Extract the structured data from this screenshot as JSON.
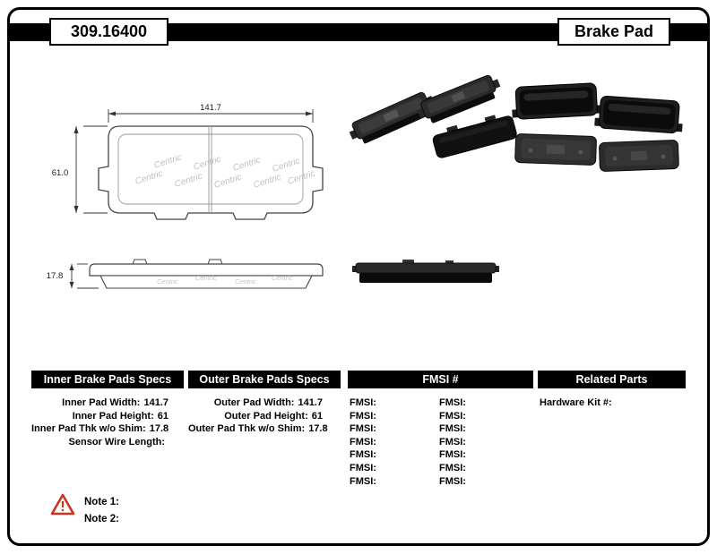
{
  "header": {
    "part_number": "309.16400",
    "product_name": "Brake Pad"
  },
  "drawing": {
    "watermark": "Centric",
    "front": {
      "width": "141.7",
      "height": "61.0"
    },
    "side": {
      "thickness": "17.8"
    }
  },
  "tables": {
    "inner": {
      "header": "Inner Brake Pads Specs",
      "rows": [
        {
          "label": "Inner Pad Width:",
          "value": "141.7"
        },
        {
          "label": "Inner Pad Height:",
          "value": "61"
        },
        {
          "label": "Inner Pad Thk w/o Shim:",
          "value": "17.8"
        },
        {
          "label": "Sensor Wire Length:",
          "value": ""
        }
      ]
    },
    "outer": {
      "header": "Outer Brake Pads Specs",
      "rows": [
        {
          "label": "Outer Pad Width:",
          "value": "141.7"
        },
        {
          "label": "Outer Pad Height:",
          "value": "61"
        },
        {
          "label": "Outer Pad Thk w/o Shim:",
          "value": "17.8"
        }
      ]
    },
    "fmsi": {
      "header": "FMSI #",
      "rows": [
        {
          "left": "FMSI:",
          "right": "FMSI:"
        },
        {
          "left": "FMSI:",
          "right": "FMSI:"
        },
        {
          "left": "FMSI:",
          "right": "FMSI:"
        },
        {
          "left": "FMSI:",
          "right": "FMSI:"
        },
        {
          "left": "FMSI:",
          "right": "FMSI:"
        },
        {
          "left": "FMSI:",
          "right": "FMSI:"
        },
        {
          "left": "FMSI:",
          "right": "FMSI:"
        }
      ]
    },
    "related": {
      "header": "Related Parts",
      "rows": [
        {
          "label": "Hardware Kit #:",
          "value": ""
        }
      ]
    }
  },
  "notes": {
    "items": [
      {
        "label": "Note 1:"
      },
      {
        "label": "Note 2:"
      }
    ]
  }
}
